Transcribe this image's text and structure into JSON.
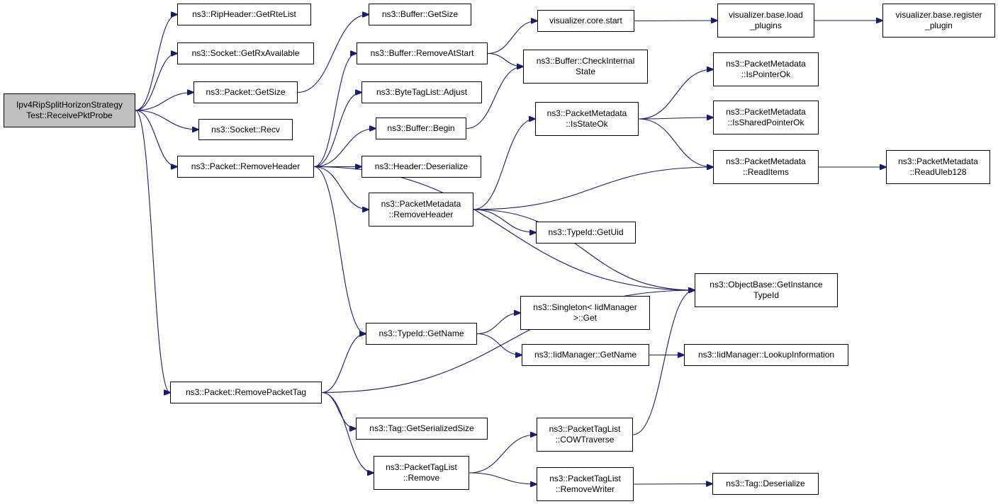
{
  "diagram": {
    "type": "call-graph",
    "edge_color": "#191970",
    "root_fill": "#bfbfbf",
    "nodes": {
      "root": "Ipv4RipSplitHorizonStrategy\nTest::ReceivePktProbe",
      "rip_get_rte_list": "ns3::RipHeader::GetRteList",
      "socket_get_rx_available": "ns3::Socket::GetRxAvailable",
      "packet_get_size": "ns3::Packet::GetSize",
      "socket_recv": "ns3::Socket::Recv",
      "packet_remove_header": "ns3::Packet::RemoveHeader",
      "packet_remove_packet_tag": "ns3::Packet::RemovePacketTag",
      "buffer_get_size": "ns3::Buffer::GetSize",
      "buffer_remove_at_start": "ns3::Buffer::RemoveAtStart",
      "byte_tag_list_adjust": "ns3::ByteTagList::Adjust",
      "buffer_begin": "ns3::Buffer::Begin",
      "header_deserialize": "ns3::Header::Deserialize",
      "packet_metadata_remove_header": "ns3::PacketMetadata\n::RemoveHeader",
      "typeid_get_name": "ns3::TypeId::GetName",
      "tag_get_serialized_size": "ns3::Tag::GetSerializedSize",
      "packet_tag_list_remove": "ns3::PacketTagList\n::Remove",
      "visualizer_core_start": "visualizer.core.start",
      "buffer_check_internal_state": "ns3::Buffer::CheckInternal\nState",
      "packet_metadata_is_state_ok": "ns3::PacketMetadata\n::IsStateOk",
      "typeid_get_uid": "ns3::TypeId::GetUid",
      "singleton_iid_manager_get": "ns3::Singleton< IidManager\n>::Get",
      "iid_manager_get_name": "ns3::IidManager::GetName",
      "packet_tag_list_cow_traverse": "ns3::PacketTagList\n::COWTraverse",
      "packet_tag_list_remove_writer": "ns3::PacketTagList\n::RemoveWriter",
      "visualizer_base_load_plugins": "visualizer.base.load\n_plugins",
      "packet_metadata_is_pointer_ok": "ns3::PacketMetadata\n::IsPointerOk",
      "packet_metadata_is_shared_pointer_ok": "ns3::PacketMetadata\n::IsSharedPointerOk",
      "packet_metadata_read_items": "ns3::PacketMetadata\n::ReadItems",
      "object_base_get_instance_type_id": "ns3::ObjectBase::GetInstance\nTypeId",
      "iid_manager_lookup_information": "ns3::IidManager::LookupInformation",
      "tag_deserialize": "ns3::Tag::Deserialize",
      "visualizer_base_register_plugin": "visualizer.base.register\n_plugin",
      "packet_metadata_read_uleb128": "ns3::PacketMetadata\n::ReadUleb128"
    },
    "edges": [
      {
        "from": "root",
        "to": "rip_get_rte_list"
      },
      {
        "from": "root",
        "to": "socket_get_rx_available"
      },
      {
        "from": "root",
        "to": "packet_get_size"
      },
      {
        "from": "root",
        "to": "socket_recv"
      },
      {
        "from": "root",
        "to": "packet_remove_header"
      },
      {
        "from": "root",
        "to": "packet_remove_packet_tag"
      },
      {
        "from": "packet_get_size",
        "to": "buffer_get_size"
      },
      {
        "from": "packet_remove_header",
        "to": "buffer_remove_at_start"
      },
      {
        "from": "packet_remove_header",
        "to": "byte_tag_list_adjust"
      },
      {
        "from": "packet_remove_header",
        "to": "buffer_begin"
      },
      {
        "from": "packet_remove_header",
        "to": "header_deserialize"
      },
      {
        "from": "packet_remove_header",
        "to": "packet_metadata_remove_header"
      },
      {
        "from": "packet_remove_header",
        "to": "object_base_get_instance_type_id"
      },
      {
        "from": "packet_remove_header",
        "to": "typeid_get_name"
      },
      {
        "from": "buffer_remove_at_start",
        "to": "visualizer_core_start"
      },
      {
        "from": "buffer_remove_at_start",
        "to": "buffer_check_internal_state"
      },
      {
        "from": "buffer_begin",
        "to": "buffer_check_internal_state"
      },
      {
        "from": "visualizer_core_start",
        "to": "visualizer_base_load_plugins"
      },
      {
        "from": "visualizer_base_load_plugins",
        "to": "visualizer_base_register_plugin"
      },
      {
        "from": "packet_metadata_remove_header",
        "to": "packet_metadata_is_state_ok"
      },
      {
        "from": "packet_metadata_remove_header",
        "to": "packet_metadata_read_items"
      },
      {
        "from": "packet_metadata_remove_header",
        "to": "object_base_get_instance_type_id"
      },
      {
        "from": "packet_metadata_remove_header",
        "to": "typeid_get_uid"
      },
      {
        "from": "packet_metadata_is_state_ok",
        "to": "packet_metadata_is_pointer_ok"
      },
      {
        "from": "packet_metadata_is_state_ok",
        "to": "packet_metadata_is_shared_pointer_ok"
      },
      {
        "from": "packet_metadata_is_state_ok",
        "to": "packet_metadata_read_items"
      },
      {
        "from": "packet_metadata_read_items",
        "to": "packet_metadata_read_uleb128"
      },
      {
        "from": "typeid_get_name",
        "to": "singleton_iid_manager_get"
      },
      {
        "from": "typeid_get_name",
        "to": "iid_manager_get_name"
      },
      {
        "from": "iid_manager_get_name",
        "to": "iid_manager_lookup_information"
      },
      {
        "from": "packet_remove_packet_tag",
        "to": "typeid_get_name"
      },
      {
        "from": "packet_remove_packet_tag",
        "to": "object_base_get_instance_type_id"
      },
      {
        "from": "packet_remove_packet_tag",
        "to": "tag_get_serialized_size"
      },
      {
        "from": "packet_remove_packet_tag",
        "to": "packet_tag_list_remove"
      },
      {
        "from": "packet_tag_list_remove",
        "to": "packet_tag_list_cow_traverse"
      },
      {
        "from": "packet_tag_list_remove",
        "to": "packet_tag_list_remove_writer"
      },
      {
        "from": "packet_tag_list_cow_traverse",
        "to": "object_base_get_instance_type_id"
      },
      {
        "from": "packet_tag_list_remove_writer",
        "to": "tag_deserialize"
      }
    ]
  }
}
